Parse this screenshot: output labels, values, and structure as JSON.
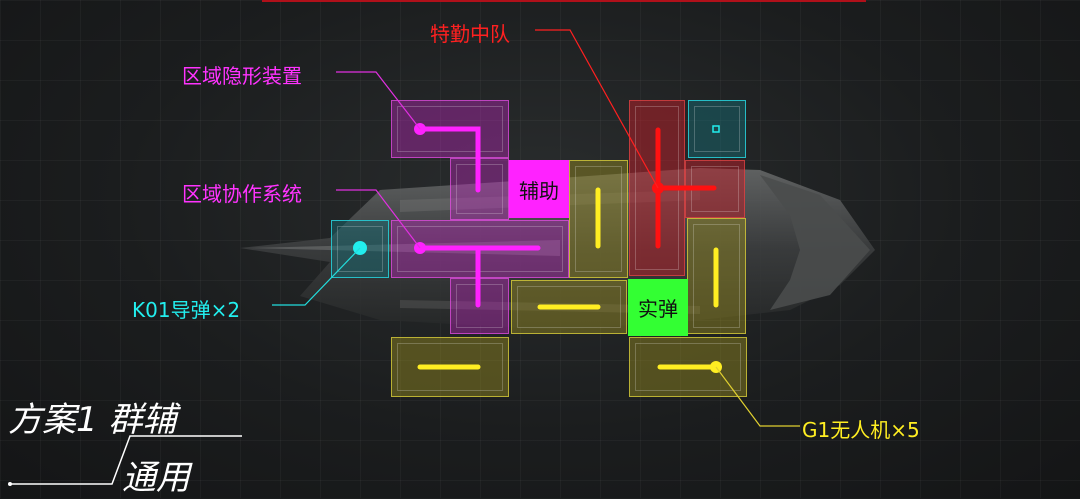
{
  "scheme": {
    "title": "方案1 群辅",
    "subtitle": "通用"
  },
  "tags": {
    "support": "辅助",
    "live_ammo": "实弹"
  },
  "callouts": {
    "special_squad": "特勤中队",
    "stealth": "区域隐形装置",
    "cooperation": "区域协作系统",
    "missile": "K01导弹×2",
    "drone": "G1无人机×5"
  },
  "colors": {
    "magenta": "#ff22ff",
    "yellow": "#ffee22",
    "red": "#ff1111",
    "cyan": "#22eeee",
    "green": "#33ff33",
    "support_tag": "#ff22ff",
    "callout_red": "#ff2020"
  }
}
